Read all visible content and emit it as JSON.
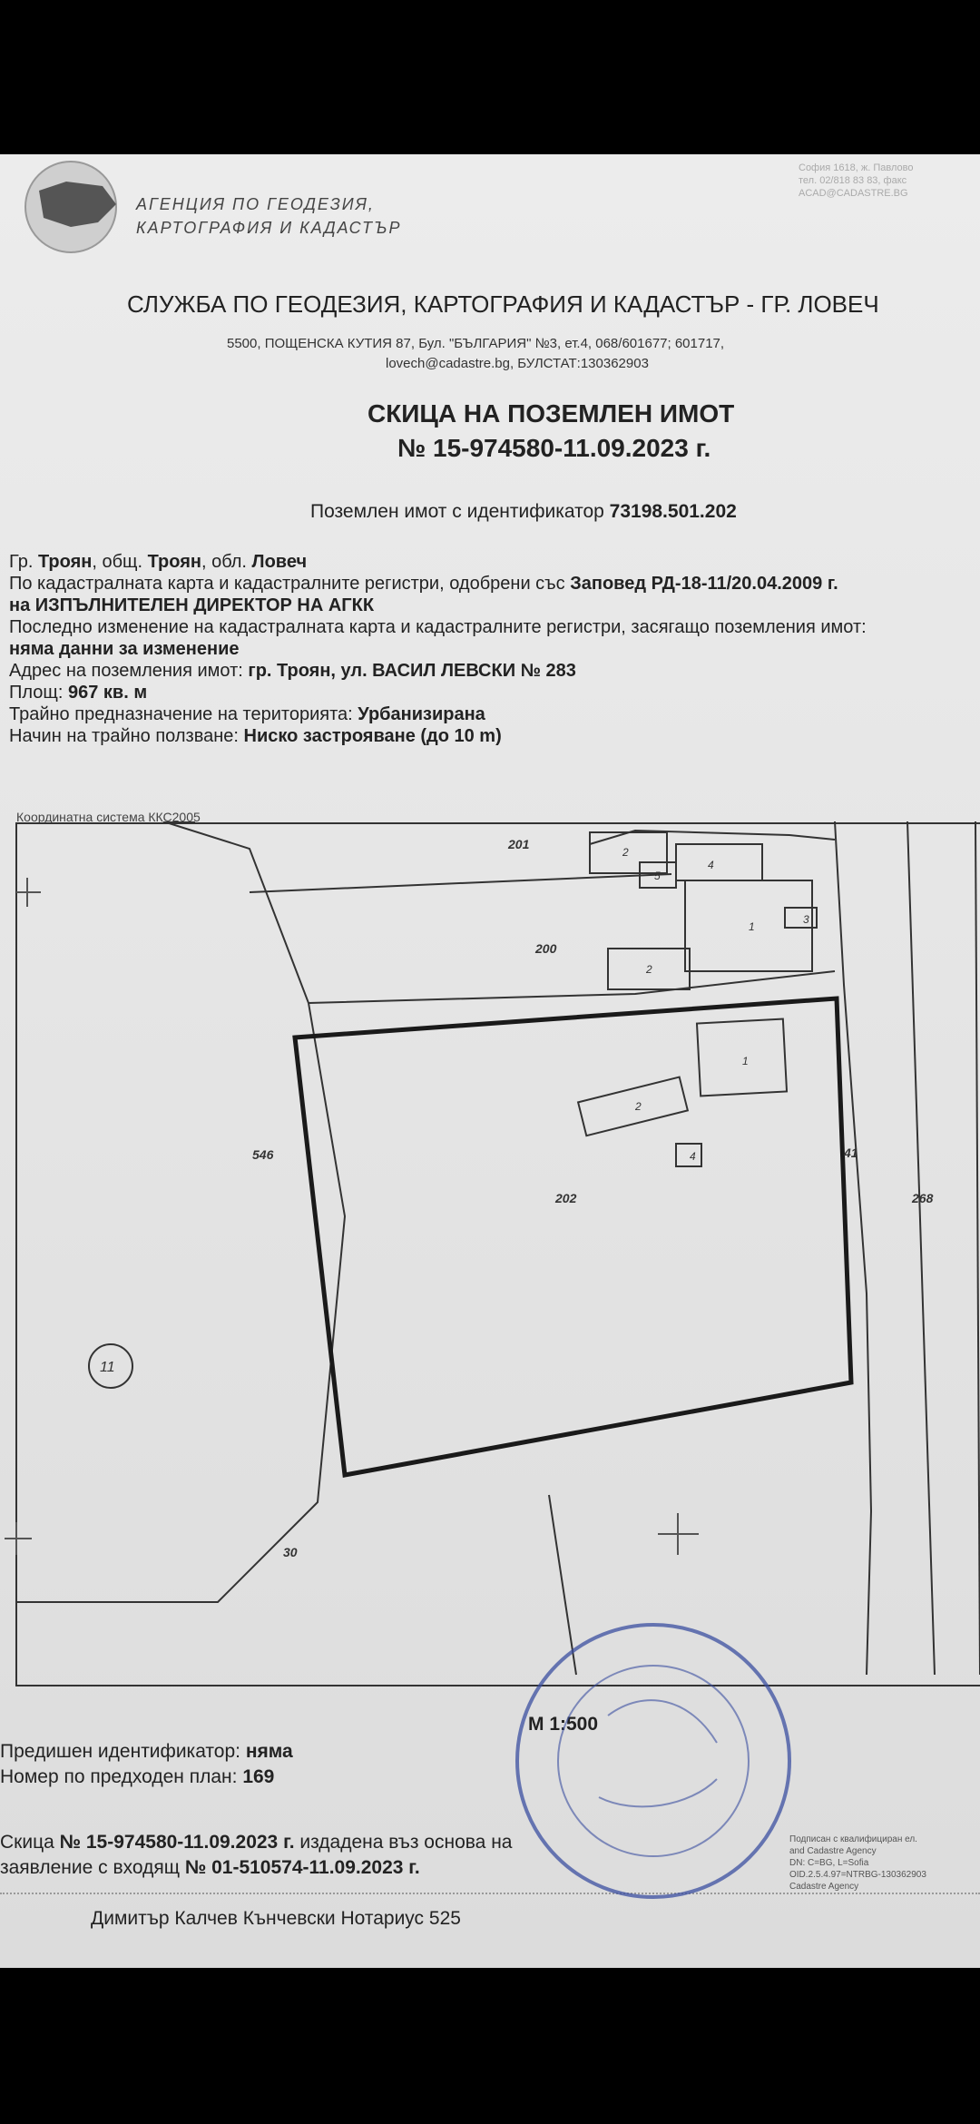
{
  "header": {
    "agency_line1": "АГЕНЦИЯ ПО ГЕОДЕЗИЯ,",
    "agency_line2": "КАРТОГРАФИЯ И КАДАСТЪР",
    "top_right_1": "София 1618, ж. Павлово",
    "top_right_2": "тел. 02/818 83 83, факс",
    "top_right_3": "ACAD@CADASTRE.BG",
    "office": "СЛУЖБА ПО ГЕОДЕЗИЯ, КАРТОГРАФИЯ И КАДАСТЪР - ГР. ЛОВЕЧ",
    "address_line1": "5500, ПОЩЕНСКА КУТИЯ 87, Бул. \"БЪЛГАРИЯ\" №3, ет.4, 068/601677; 601717,",
    "address_line2": "lovech@cadastre.bg, БУЛСТАТ:130362903"
  },
  "doc": {
    "title": "СКИЦА НА ПОЗЕМЛЕН ИМОТ",
    "number": "№ 15-974580-11.09.2023 г.",
    "ident_label": "Поземлен имот с идентификатор",
    "ident_value": "73198.501.202"
  },
  "info": {
    "loc_p1": "Гр. ",
    "loc_town": "Троян",
    "loc_p2": ", общ. ",
    "loc_mun": "Троян",
    "loc_p3": ", обл. ",
    "loc_reg": "Ловеч",
    "approved_label": "По кадастралната карта и кадастралните регистри, одобрени със ",
    "approved_value": "Заповед РД-18-11/20.04.2009 г.",
    "authority": "на ИЗПЪЛНИТЕЛЕН ДИРЕКТОР НА АГКК",
    "last_change_label": "Последно изменение на кадастралната карта и кадастралните регистри, засягащо поземления имот:",
    "last_change_value": "няма данни за изменение",
    "address_label": "Адрес на поземления имот: ",
    "address_value": "гр. Троян, ул. ВАСИЛ ЛЕВСКИ № 283",
    "area_label": "Площ: ",
    "area_value": "967 кв. м",
    "purpose_label": "Трайно предназначение на територията: ",
    "purpose_value": "Урбанизирана",
    "usage_label": "Начин на трайно ползване: ",
    "usage_value": "Ниско застрояване (до 10 m)"
  },
  "plan": {
    "coord_system": "Координатна система ККС2005",
    "labels": {
      "label-201": "201",
      "label-200": "200",
      "label-546": "546",
      "label-202": "202",
      "label-41": "41",
      "label-268": "268",
      "label-30": "30",
      "label-11": "11"
    }
  },
  "bottom": {
    "prev_label": "Предишен идентификатор: ",
    "prev_value": "няма",
    "plan_label": "Номер по предходен план: ",
    "plan_value": "169",
    "scale": "М 1:500",
    "issued_p1": "Скица ",
    "issued_no": "№ 15-974580-11.09.2023 г.",
    "issued_p2": " издадена въз основа на",
    "app_p1": "заявление с входящ ",
    "app_no": "№ 01-510574-11.09.2023 г.",
    "notary": "Димитър Калчев Кънчевски Нотариус 525",
    "sign_1": "Подписан с квалифициран ел.",
    "sign_2": "and Cadastre Agency",
    "sign_3": "DN: C=BG, L=Sofia",
    "sign_4": "OID.2.5.4.97=NTRBG-130362903",
    "sign_5": "Cadastre Agency",
    "sign_6": ""
  }
}
